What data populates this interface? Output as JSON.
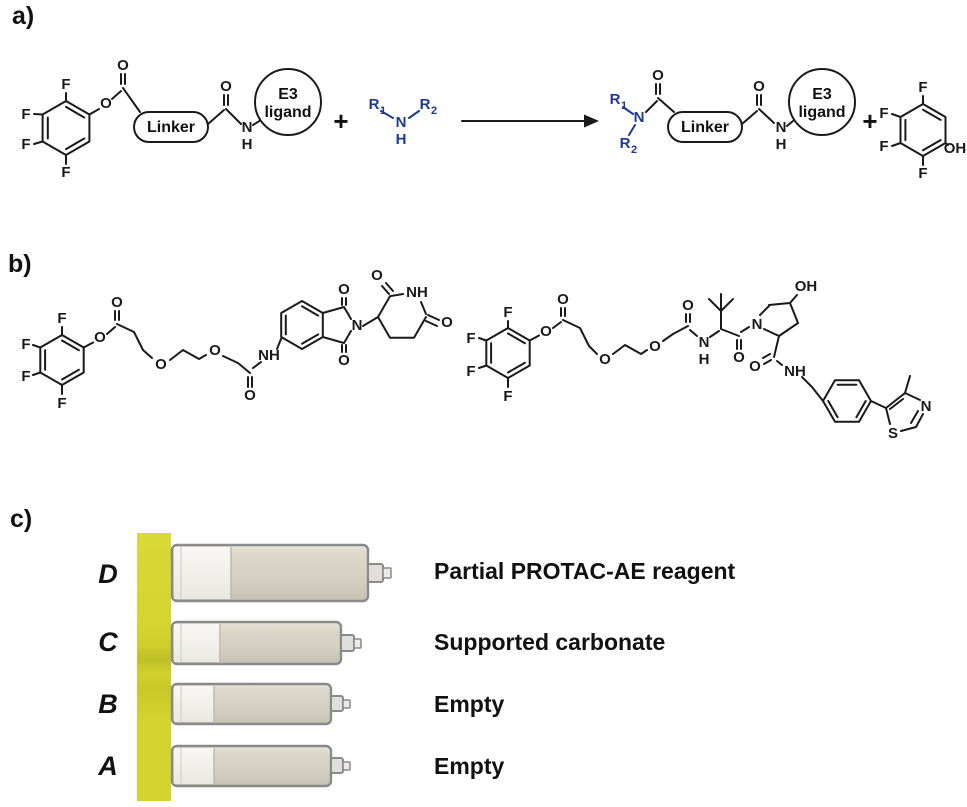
{
  "colors": {
    "amine_blue": "#1e3a8f",
    "bond_black": "#1a1a1a",
    "yellow_strip": "#d5d42f",
    "cartridge_beige": "#d6d2c3",
    "cartridge_white": "#f4f3ef",
    "cartridge_outline": "#8a8a8a"
  },
  "panel_a": {
    "label": "a)",
    "reactant": {
      "f_top": "F",
      "f_left_upper": "F",
      "f_left_lower": "F",
      "f_bottom": "F",
      "ester_o": "O",
      "carbonyl_o": "O",
      "linker": "Linker",
      "amide_o": "O",
      "amide_n": "N",
      "amide_h": "H",
      "e3_line1": "E3",
      "e3_line2": "ligand"
    },
    "plus_left": "+",
    "amine": {
      "r1": "R",
      "r1_sub": "1",
      "n": "N",
      "h": "H",
      "r2": "R",
      "r2_sub": "2"
    },
    "product": {
      "r1": "R",
      "r1_sub": "1",
      "n": "N",
      "r2": "R",
      "r2_sub": "2",
      "carbonyl_o": "O",
      "linker": "Linker",
      "amide_o": "O",
      "amide_n": "N",
      "amide_h": "H",
      "e3_line1": "E3",
      "e3_line2": "ligand"
    },
    "plus_right": "+",
    "phenol": {
      "f_top": "F",
      "f_left_upper": "F",
      "f_left_lower": "F",
      "f_bottom": "F",
      "oh": "OH"
    }
  },
  "panel_b": {
    "label": "b)",
    "structure_left": {
      "f_top": "F",
      "f_left_upper": "F",
      "f_left_lower": "F",
      "f_bottom": "F",
      "ester_o": "O",
      "ester_carbonyl_o": "O",
      "ether_o1": "O",
      "ether_o2": "O",
      "amide_carbonyl_o": "O",
      "amide_nh": "NH",
      "imide_o_top": "O",
      "imide_o_bottom": "O",
      "imide_n": "N",
      "glutarimide_o_left": "O",
      "glutarimide_nh": "NH",
      "glutarimide_o_right": "O"
    },
    "structure_right": {
      "f_top": "F",
      "f_left_upper": "F",
      "f_left_lower": "F",
      "f_bottom": "F",
      "ester_o": "O",
      "ester_carbonyl_o": "O",
      "ether_o1": "O",
      "ether_o2": "O",
      "amide1_carbonyl_o": "O",
      "amide1_n": "N",
      "amide1_h": "H",
      "amide2_carbonyl_o": "O",
      "ring_n": "N",
      "hydroxyl": "OH",
      "amide3_carbonyl_o": "O",
      "amide3_nh": "NH",
      "thiazole_n": "N",
      "thiazole_s": "S"
    }
  },
  "panel_c": {
    "label": "c)",
    "rows": [
      {
        "letter": "D",
        "label": "Partial PROTAC-AE reagent"
      },
      {
        "letter": "C",
        "label": "Supported carbonate"
      },
      {
        "letter": "B",
        "label": "Empty"
      },
      {
        "letter": "A",
        "label": "Empty"
      }
    ]
  }
}
